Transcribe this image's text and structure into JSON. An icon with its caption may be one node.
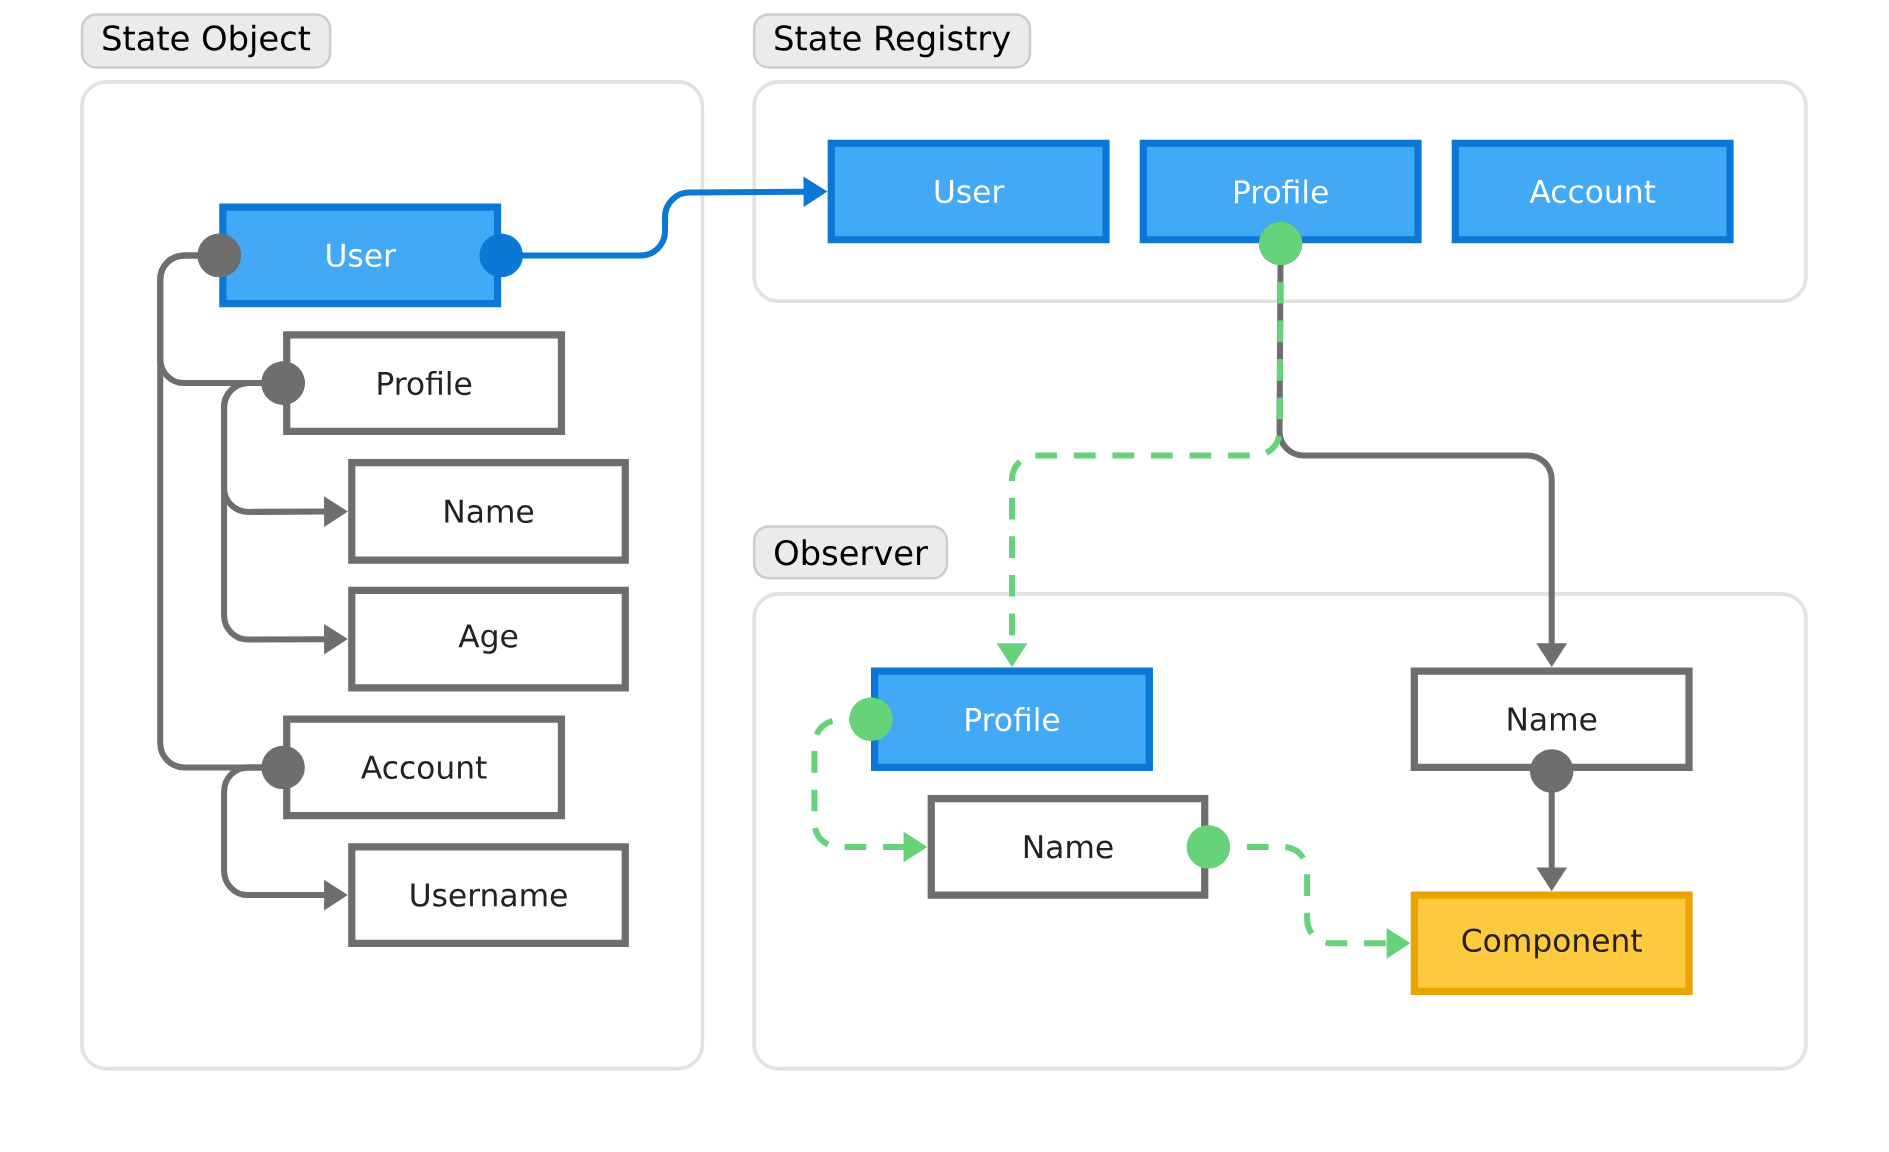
{
  "diagram": {
    "nodes": [
      {
        "text": [
          "State Object"
        ]
      },
      {
        "text": [
          "State Registry"
        ]
      },
      {
        "text": [
          "Observer"
        ]
      },
      {
        "text": [
          "User"
        ],
        "in": 0
      },
      {
        "text": [
          "Profile"
        ],
        "in": 0
      },
      {
        "text": [
          "Name"
        ],
        "in": 0
      },
      {
        "text": [
          "Age"
        ],
        "in": 0
      },
      {
        "text": [
          "Account"
        ],
        "in": 0
      },
      {
        "text": [
          "Username"
        ],
        "in": 0
      },
      {
        "text": [
          "User"
        ],
        "in": 1
      },
      {
        "text": [
          "Profile"
        ],
        "in": 1
      },
      {
        "text": [
          "Account"
        ],
        "in": 1
      },
      {
        "text": [
          "Profile"
        ],
        "in": 2
      },
      {
        "text": [
          "Name"
        ],
        "in": 2
      },
      {
        "text": [
          "Name"
        ],
        "in": 2
      },
      {
        "text": [
          "Component"
        ],
        "in": 2
      }
    ],
    "edges": [
      {
        "from": 3,
        "to": 4,
        "arrow": "other"
      },
      {
        "from": 3,
        "to": 7,
        "arrow": "other"
      },
      {
        "from": 4,
        "to": 5,
        "arrow": "to"
      },
      {
        "from": 4,
        "to": 6,
        "arrow": "to"
      },
      {
        "from": 7,
        "to": 8,
        "arrow": "to"
      },
      {
        "from": 3,
        "to": 9,
        "arrow": "to",
        "color": "#0a78d4"
      },
      {
        "from": 10,
        "to": 12,
        "arrow": "to",
        "style": "dashed",
        "color": "#66d37a"
      },
      {
        "from": 10,
        "to": 14,
        "arrow": "to"
      },
      {
        "from": 12,
        "to": 13,
        "arrow": "to",
        "style": "dashed",
        "color": "#66d37a"
      },
      {
        "from": 13,
        "to": 15,
        "arrow": "to",
        "style": "dashed",
        "color": "#66d37a"
      },
      {
        "from": 14,
        "to": 15,
        "arrow": "to"
      }
    ]
  }
}
